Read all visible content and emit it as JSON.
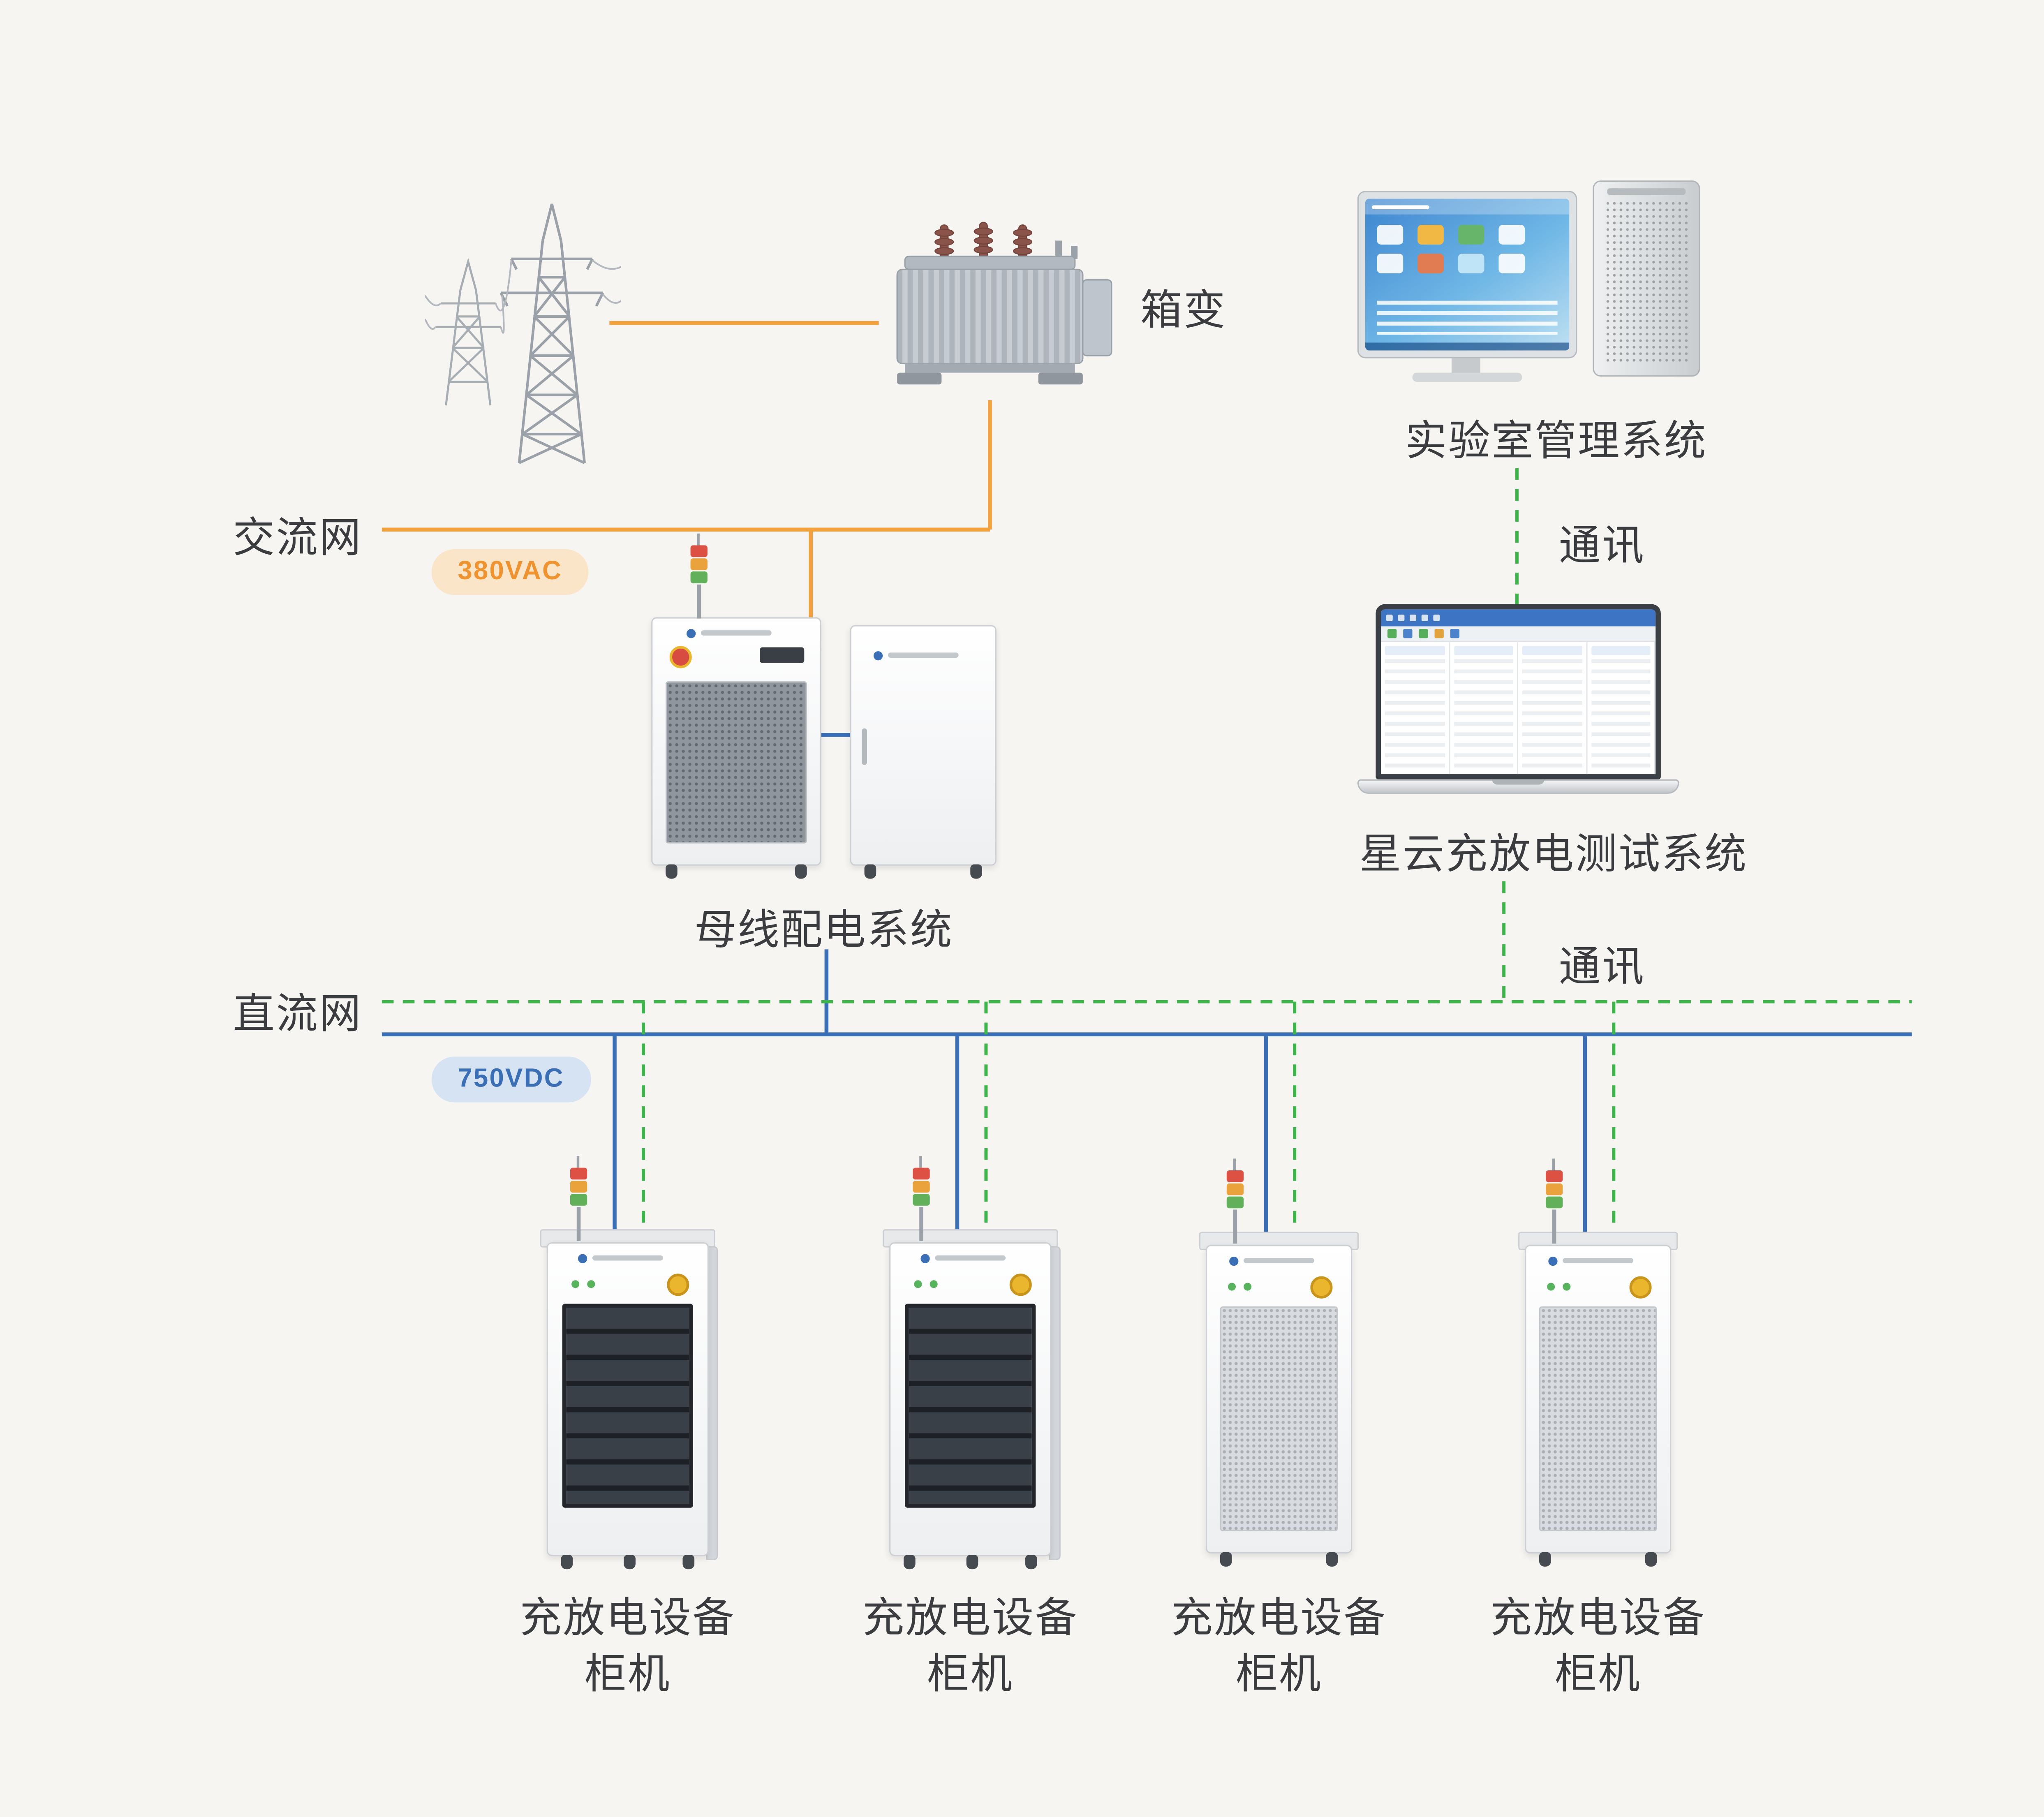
{
  "canvas": {
    "background": "#f7f5f2"
  },
  "colors": {
    "ac_line": "#f2a13c",
    "dc_line": "#3a6fb5",
    "comm_line": "#3db54a",
    "text": "#3a3c3f",
    "ac_badge_bg": "#fae5c9",
    "ac_badge_text": "#ee9330",
    "dc_badge_bg": "#d6e3f3",
    "dc_badge_text": "#3a6fb5",
    "lamp_red": "#dd5144",
    "lamp_amber": "#eaa23c",
    "lamp_green": "#62b15a"
  },
  "nodes": {
    "power_grid": {
      "label": ""
    },
    "transformer": {
      "label": "箱变"
    },
    "lab_system": {
      "label": "实验室管理系统"
    },
    "busbar_system": {
      "label": "母线配电系统"
    },
    "test_system": {
      "label": "星云充放电测试系统"
    }
  },
  "buses": {
    "ac": {
      "label": "交流网",
      "voltage": "380VAC"
    },
    "dc": {
      "label": "直流网",
      "voltage": "750VDC"
    },
    "comm_top": {
      "label": "通讯"
    },
    "comm_bottom": {
      "label": "通讯"
    }
  },
  "cabinets": [
    {
      "label_line1": "充放电设备",
      "label_line2": "柜机"
    },
    {
      "label_line1": "充放电设备",
      "label_line2": "柜机"
    },
    {
      "label_line1": "充放电设备",
      "label_line2": "柜机"
    },
    {
      "label_line1": "充放电设备",
      "label_line2": "柜机"
    }
  ],
  "icons": {
    "transmission-tower-icon": "svg lattice pylon",
    "transformer-icon": "svg finned transformer tank with bushings",
    "desktop-computer-icon": "css monitor + pc tower",
    "laptop-icon": "css laptop with table ui",
    "signal-tower-light-icon": "css red/amber/green stack light",
    "equipment-cabinet-icon": "css white cabinet with rack or perforated grille"
  }
}
